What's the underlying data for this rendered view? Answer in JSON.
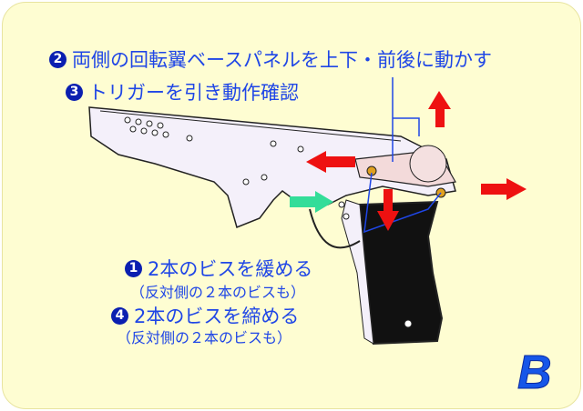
{
  "steps": [
    {
      "number": "2",
      "text": "両側の回転翼ベースパネルを上下・前後に動かす"
    },
    {
      "number": "3",
      "text": "トリガーを引き動作確認"
    },
    {
      "number": "1",
      "text": "2本のビスを緩める",
      "note": "（反対側の２本のビスも）"
    },
    {
      "number": "4",
      "text": "2本のビスを締める",
      "note": "（反対側の２本のビスも）"
    }
  ],
  "corner_label": "B",
  "colors": {
    "text": "#1f46e6",
    "arrow": "#ee1111",
    "trigger_arrow": "#33dd99",
    "background": "#fefdd2"
  }
}
